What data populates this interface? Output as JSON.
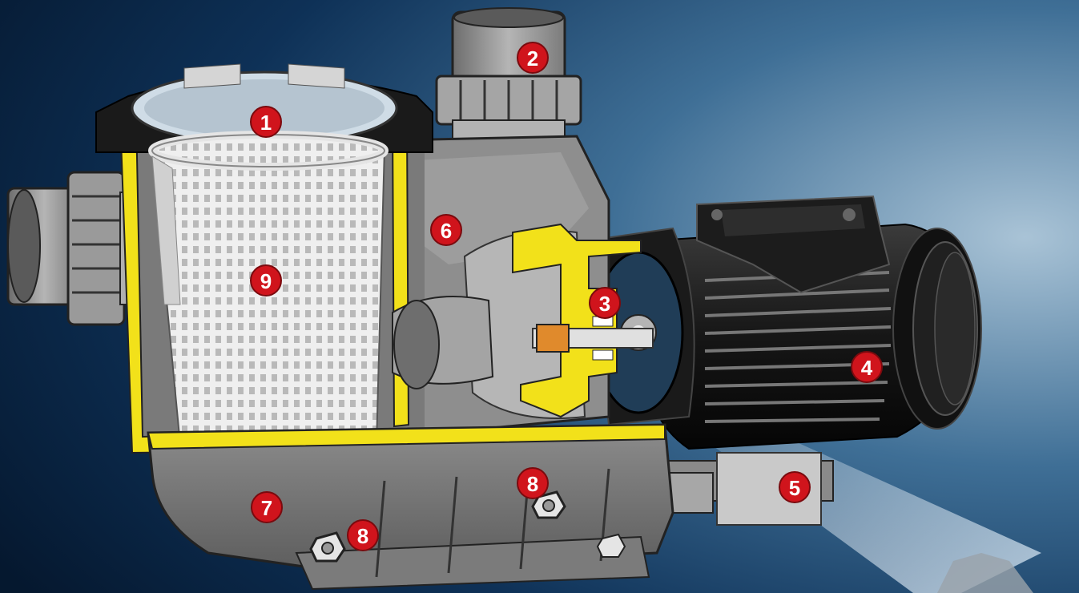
{
  "diagram": {
    "subject": "pool-pump-cutaway",
    "colors": {
      "background_dark": "#061a33",
      "background_light": "#8fb0c8",
      "housing_gray": "#9a9a9a",
      "seal_yellow": "#f2e11a",
      "motor_black": "#1a1a1a",
      "marker_red": "#d0141c",
      "marker_text": "#ffffff"
    },
    "callouts": [
      {
        "id": "1",
        "label": "1"
      },
      {
        "id": "2",
        "label": "2"
      },
      {
        "id": "3",
        "label": "3"
      },
      {
        "id": "4",
        "label": "4"
      },
      {
        "id": "5",
        "label": "5"
      },
      {
        "id": "6",
        "label": "6"
      },
      {
        "id": "7",
        "label": "7"
      },
      {
        "id": "8a",
        "label": "8"
      },
      {
        "id": "8b",
        "label": "8"
      },
      {
        "id": "9",
        "label": "9"
      }
    ]
  }
}
